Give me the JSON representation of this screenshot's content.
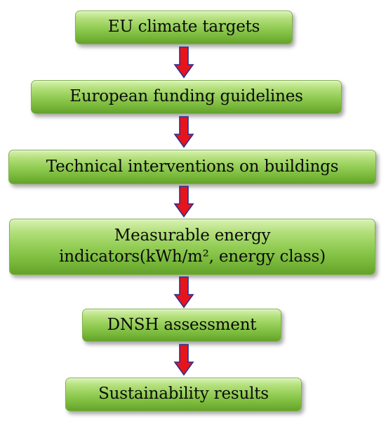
{
  "flow": {
    "steps": [
      {
        "label": "EU climate targets"
      },
      {
        "label": "European funding guidelines"
      },
      {
        "label": "Technical interventions on buildings"
      },
      {
        "line1": "Measurable energy",
        "line2": "indicators(kWh/m², energy class)"
      },
      {
        "label": "DNSH assessment"
      },
      {
        "label": "Sustainability results"
      }
    ]
  },
  "colors": {
    "box_fill": "#93cd55",
    "box_border": "#7fb04a",
    "arrow_fill": "#e8141c",
    "arrow_stroke": "#2a2f8f"
  },
  "icons": {
    "arrow": "arrow-down-icon"
  }
}
